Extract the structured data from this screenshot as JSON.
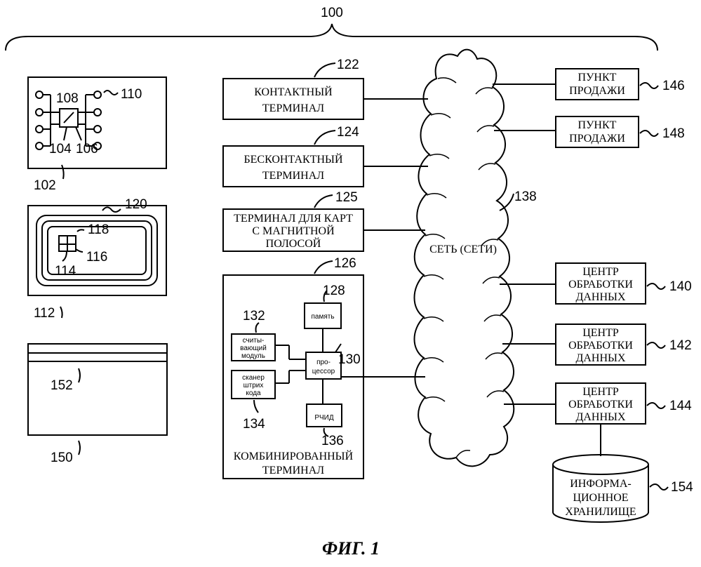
{
  "labels": {
    "system": "100",
    "card_contact": "102",
    "chip_contact": "104",
    "contact_pad_a": "106",
    "contact_pad_b": "108",
    "contact_pad_c": "110",
    "card_contactless": "112",
    "chip_contactless": "114",
    "chip_pad": "116",
    "chip_body": "118",
    "antenna": "120",
    "contact_terminal": "122",
    "contactless_terminal": "124",
    "magstripe_terminal": "125",
    "combo_terminal": "126",
    "memory": "128",
    "processor": "130",
    "reader_module": "132",
    "barcode_scanner": "134",
    "rfid": "136",
    "network": "138",
    "center_a": "140",
    "center_b": "142",
    "center_c": "144",
    "pos_a": "146",
    "pos_b": "148",
    "magcard": "150",
    "magstripe": "152",
    "storage": "154"
  },
  "terminals": {
    "contact": [
      "КОНТАКТНЫЙ",
      "ТЕРМИНАЛ"
    ],
    "contactless": [
      "БЕСКОНТАКТНЫЙ",
      "ТЕРМИНАЛ"
    ],
    "magstripe": [
      "ТЕРМИНАЛ ДЛЯ КАРТ",
      "С МАГНИТНОЙ",
      "ПОЛОСОЙ"
    ],
    "combo": [
      "КОМБИНИРОВАННЫЙ",
      "ТЕРМИНАЛ"
    ]
  },
  "combo_parts": {
    "memory": "память",
    "processor": [
      "про-",
      "цессор"
    ],
    "reader": [
      "считы-",
      "вающий",
      "модуль"
    ],
    "scanner": [
      "сканер",
      "штрих",
      "кода"
    ],
    "rfid": "РЧИД"
  },
  "network": "СЕТЬ (СЕТИ)",
  "pos": [
    "ПУНКТ",
    "ПРОДАЖИ"
  ],
  "center": [
    "ЦЕНТР",
    "ОБРАБОТКИ",
    "ДАННЫХ"
  ],
  "storage": [
    "ИНФОРМА-",
    "ЦИОННОЕ",
    "ХРАНИЛИЩЕ"
  ],
  "caption": "ФИГ. 1"
}
